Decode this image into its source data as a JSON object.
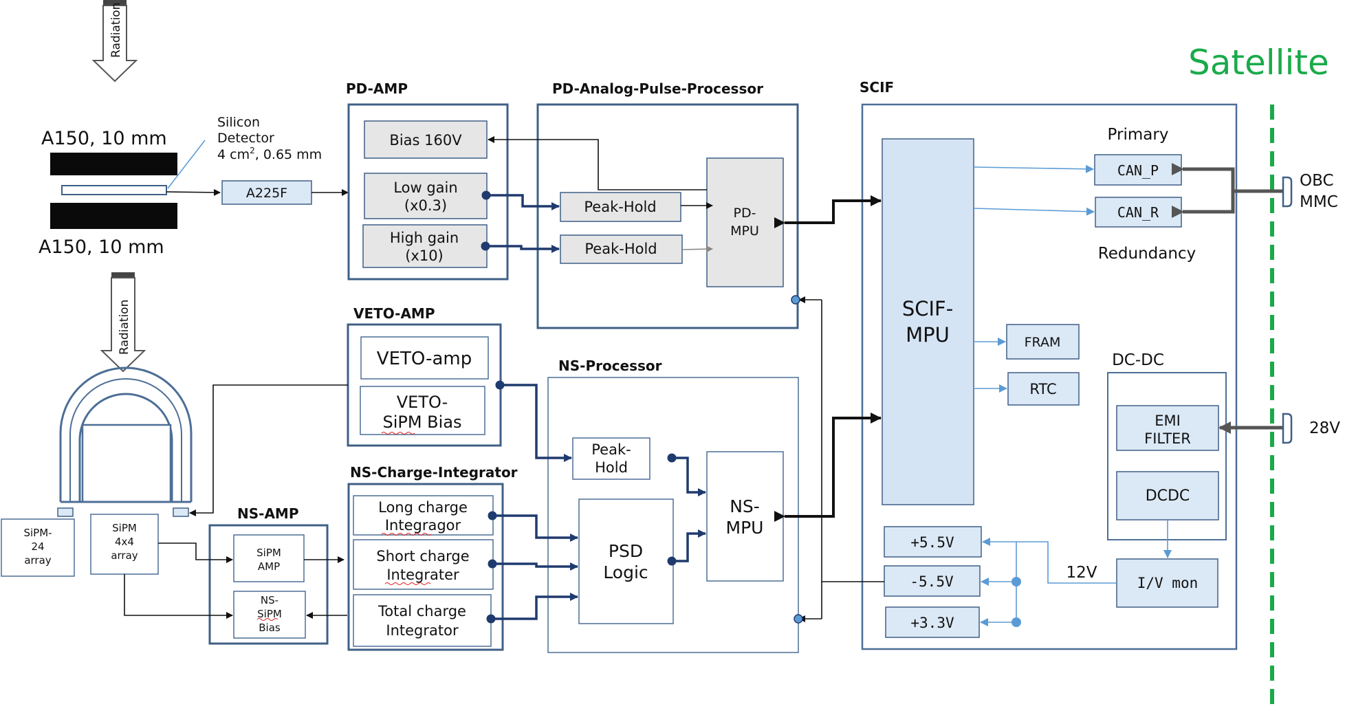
{
  "colors": {
    "satellite_label": "#1aaa4a",
    "satellite_line": "#1aaa4a",
    "frame": "#3f5f86",
    "gray_block": "#e6e6e6",
    "blue_block": "#dbe8f5",
    "navy_wire": "#1f3a6e",
    "light_blue_wire": "#5b9bd5"
  },
  "satellite": {
    "label": "Satellite"
  },
  "sensor_head": {
    "radiation_top": "Radiation",
    "radiation_bottom": "Radiation",
    "a150_top": "A150, 10 mm",
    "a150_bottom": "A150, 10 mm",
    "silicon_line1": "Silicon",
    "silicon_line2": "Detector",
    "silicon_line3_a": "4 cm",
    "silicon_line3_sup": "2",
    "silicon_line3_b": ", 0.65 mm",
    "a225f": "A225F",
    "sipm24_line1": "SiPM-",
    "sipm24_line2": "24",
    "sipm24_line3": "array",
    "sipm4_line1": "SiPM",
    "sipm4_line2": "4x4",
    "sipm4_line3": "array"
  },
  "pd_amp": {
    "title": "PD-AMP",
    "bias": "Bias 160V",
    "low_gain_1": "Low gain",
    "low_gain_2": "(x0.3)",
    "high_gain_1": "High gain",
    "high_gain_2": "(x10)"
  },
  "pd_processor": {
    "title": "PD-Analog-Pulse-Processor",
    "peak_hold_1": "Peak-Hold",
    "peak_hold_2": "Peak-Hold",
    "mpu_1": "PD-",
    "mpu_2": "MPU"
  },
  "veto_amp": {
    "title": "VETO-AMP",
    "veto_amp": "VETO-amp",
    "bias_1": "VETO-",
    "bias_2": "SiPM Bias"
  },
  "ns_amp": {
    "title": "NS-AMP",
    "sipm_amp_1": "SiPM",
    "sipm_amp_2": "AMP",
    "bias_1": "NS-",
    "bias_2": "SiPM",
    "bias_3": "Bias"
  },
  "ns_charge": {
    "title": "NS-Charge-Integrator",
    "long_1": "Long charge",
    "long_2": "Integragor",
    "short_1": "Short charge",
    "short_2": "Integrater",
    "total_1": "Total charge",
    "total_2": "Integrator"
  },
  "ns_processor": {
    "title": "NS-Processor",
    "peak_1": "Peak-",
    "peak_2": "Hold",
    "psd_1": "PSD",
    "psd_2": "Logic",
    "mpu_1": "NS-",
    "mpu_2": "MPU"
  },
  "scif": {
    "title": "SCIF",
    "mpu_1": "SCIF-",
    "mpu_2": "MPU",
    "primary": "Primary",
    "can_p": "CAN_P",
    "can_r": "CAN_R",
    "redundancy": "Redundancy",
    "fram": "FRAM",
    "rtc": "RTC",
    "dcdc_title": "DC-DC",
    "emi_1": "EMI",
    "emi_2": "FILTER",
    "dcdc": "DCDC",
    "iv_mon": "I/V mon",
    "v_p55": "+5.5V",
    "v_m55": "-5.5V",
    "v_p33": "+3.3V",
    "v12": "12V"
  },
  "connectors": {
    "obc_1": "OBC",
    "obc_2": "MMC",
    "v28": "28V"
  }
}
